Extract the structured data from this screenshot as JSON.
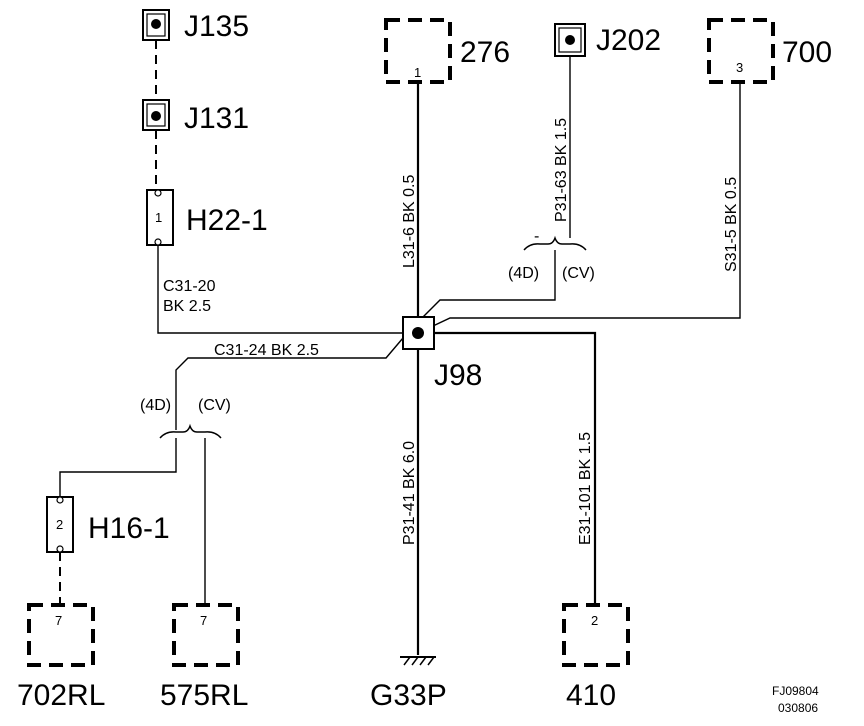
{
  "connectors": {
    "j135": {
      "label": "J135"
    },
    "j131": {
      "label": "J131"
    },
    "j202": {
      "label": "J202"
    },
    "h22": {
      "label": "H22-1",
      "pin": "1"
    },
    "h16": {
      "label": "H16-1",
      "pin": "2"
    },
    "j98": {
      "label": "J98"
    }
  },
  "components": {
    "c276": {
      "label": "276",
      "pin": "1"
    },
    "c700": {
      "label": "700",
      "pin": "3"
    },
    "c702rl": {
      "label": "702RL",
      "pin": "7"
    },
    "c575rl": {
      "label": "575RL",
      "pin": "7"
    },
    "c410": {
      "label": "410",
      "pin": "2"
    }
  },
  "ground": {
    "label": "G33P"
  },
  "wires": {
    "l31_6": "L31-6  BK  0.5",
    "p31_63": "P31-63  BK  1.5",
    "s31_5": "S31-5  BK  0.5",
    "c31_20_line1": "C31-20",
    "c31_20_line2": "BK   2.5",
    "c31_24": "C31-24  BK   2.5",
    "p31_41": "P31-41  BK  6.0",
    "e31_101": "E31-101  BK  1.5"
  },
  "splits": {
    "top": {
      "dash": "-",
      "left": "(4D)",
      "right": "(CV)"
    },
    "left": {
      "left": "(4D)",
      "right": "(CV)"
    }
  },
  "reference": {
    "line1": "FJ09804",
    "line2": "030806"
  }
}
